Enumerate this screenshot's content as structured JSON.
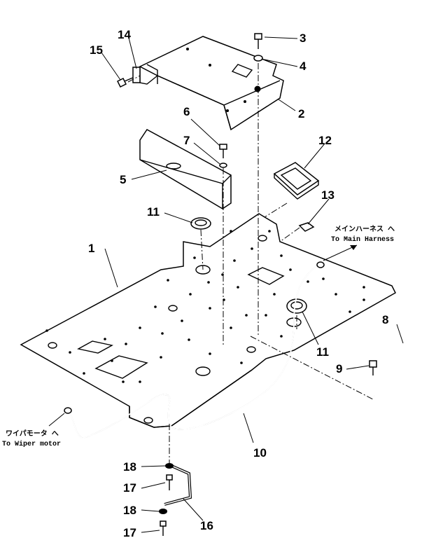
{
  "callouts": [
    "1",
    "2",
    "3",
    "4",
    "5",
    "6",
    "7",
    "8",
    "9",
    "10",
    "11",
    "11",
    "12",
    "13",
    "14",
    "15",
    "16",
    "17",
    "17",
    "18",
    "18"
  ],
  "notes": {
    "main_harness_jp": "メインハーネス へ",
    "main_harness_en": "To Main Harness",
    "wiper_jp": "ワイパモータ へ",
    "wiper_en": "To Wiper motor"
  }
}
